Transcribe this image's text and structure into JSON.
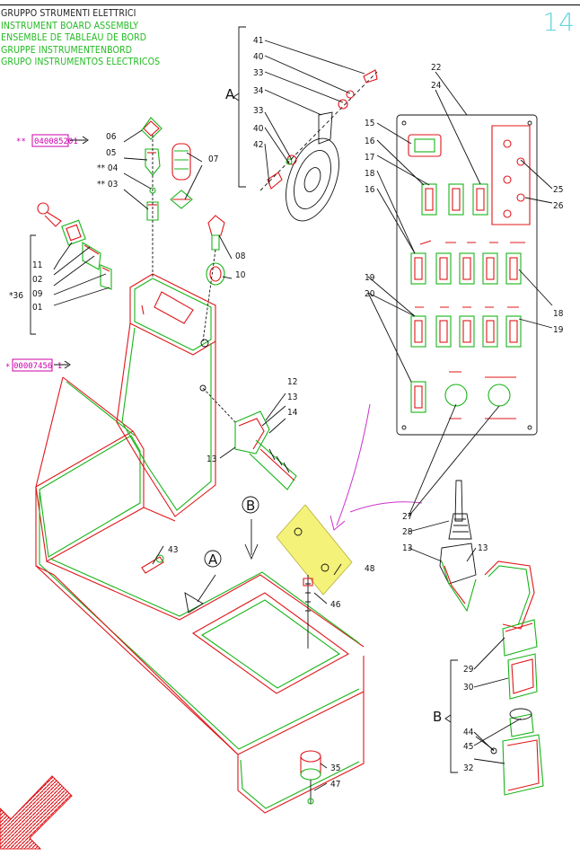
{
  "header": {
    "titles": [
      "GRUPPO STRUMENTI ELETTRICI",
      "INSTRUMENT BOARD ASSEMBLY",
      "ENSEMBLE DE TABLEAU DE BORD",
      "GRUPPE INSTRUMENTENBORD",
      "GRUPO INSTRUMENTOS ELECTRICOS"
    ],
    "page_number": "14"
  },
  "references": {
    "ref_top": "040085201",
    "ref_mid": "00007456 1",
    "prefix_top": "**",
    "prefix_mid": "*"
  },
  "views": {
    "a": "A",
    "b": "B"
  },
  "labels": {
    "p01": "01",
    "p02": "02",
    "p03": "** 03",
    "p04": "** 04",
    "p05": "05",
    "p06": "06",
    "p07": "07",
    "p08": "08",
    "p09": "09",
    "p10": "10",
    "p11": "11",
    "p12": "12",
    "p13a": "13",
    "p13b": "13",
    "p13c": "13",
    "p13d": "13",
    "p14": "14",
    "p15": "15",
    "p16a": "16",
    "p16b": "16",
    "p17": "17",
    "p18a": "18",
    "p18b": "18",
    "p19a": "19",
    "p19b": "19",
    "p20": "20",
    "p22": "22",
    "p24": "24",
    "p25": "25",
    "p26": "26",
    "p27": "27",
    "p28": "28",
    "p29": "29",
    "p30": "30",
    "p32": "32",
    "p33a": "33",
    "p33b": "33",
    "p34": "34",
    "p35": "35",
    "p36": "*36",
    "p40a": "40",
    "p40b": "40",
    "p41": "41",
    "p42": "42",
    "p43": "43",
    "p44": "44",
    "p45": "45",
    "p46": "46",
    "p47": "47",
    "p48": "48"
  },
  "colors": {
    "red": "#e0161a",
    "green": "#18b418",
    "magenta": "#cc00aa",
    "highlight": "#f5f27a",
    "page_number": "#66d6e0"
  }
}
